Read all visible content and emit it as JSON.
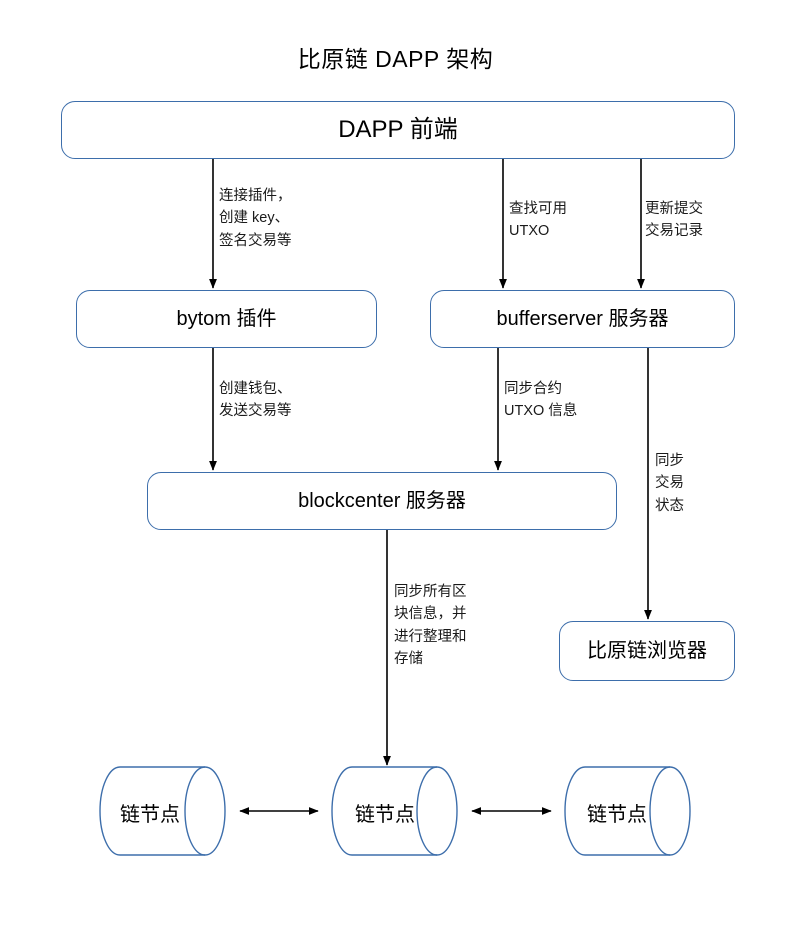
{
  "diagram": {
    "title": "比原链 DAPP 架构",
    "stroke_color": "#3d6eab",
    "arrow_color": "#000000",
    "background": "#ffffff",
    "nodes": [
      {
        "id": "dapp-frontend",
        "label": "DAPP 前端",
        "shape": "rounded-rect"
      },
      {
        "id": "bytom-plugin",
        "label": "bytom 插件",
        "shape": "rounded-rect"
      },
      {
        "id": "bufferserver",
        "label": "bufferserver 服务器",
        "shape": "rounded-rect"
      },
      {
        "id": "blockcenter",
        "label": "blockcenter 服务器",
        "shape": "rounded-rect"
      },
      {
        "id": "explorer",
        "label": "比原链浏览器",
        "shape": "rounded-rect"
      }
    ],
    "cylinders": [
      {
        "id": "chain-node-left",
        "label": "链节点"
      },
      {
        "id": "chain-node-middle",
        "label": "链节点"
      },
      {
        "id": "chain-node-right",
        "label": "链节点"
      }
    ],
    "edge_labels": [
      {
        "id": "dapp-to-plugin",
        "text": "连接插件，\n创建 key、\n签名交易等"
      },
      {
        "id": "dapp-to-bufferserver-utxo",
        "text": "查找可用\nUTXO"
      },
      {
        "id": "dapp-to-bufferserver-tx",
        "text": "更新提交\n交易记录"
      },
      {
        "id": "plugin-to-blockcenter",
        "text": "创建钱包、\n发送交易等"
      },
      {
        "id": "bufferserver-to-blockcenter",
        "text": "同步合约\nUTXO 信息"
      },
      {
        "id": "bufferserver-to-explorer",
        "text": "同步\n交易\n状态"
      },
      {
        "id": "blockcenter-to-chain",
        "text": "同步所有区\n块信息，并\n进行整理和\n存储"
      }
    ]
  }
}
